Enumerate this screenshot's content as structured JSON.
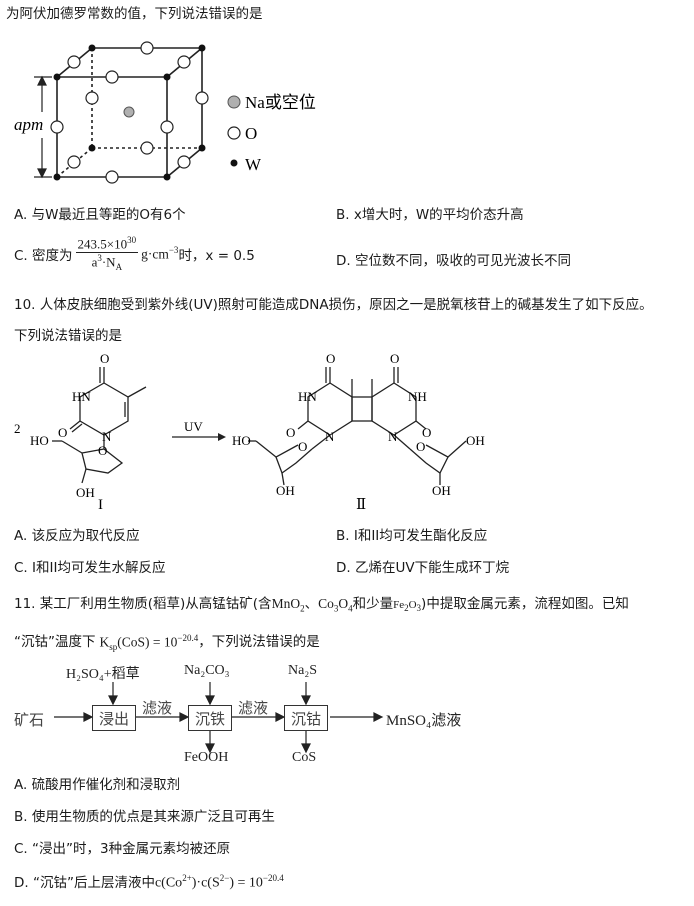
{
  "q9": {
    "intro": "为阿伏加德罗常数的值，下列说法错误的是",
    "lattice_label": "apm",
    "legend": [
      {
        "label": "Na或空位"
      },
      {
        "label": "O"
      },
      {
        "label": "W"
      }
    ],
    "options": {
      "A": "A. 与W最近且等距的O有6个",
      "B": "B. x增大时，W的平均价态升高",
      "C_prefix": "C. 密度为",
      "C_num": "243.5×10",
      "C_num_exp": "30",
      "C_den": "a",
      "C_den_exp": "3",
      "C_den_rest": "·N",
      "C_den_sub": "A",
      "C_unit": "g·cm",
      "C_unit_exp": "−3",
      "C_suffix": "时，x = 0.5",
      "D": "D. 空位数不同，吸收的可见光波长不同"
    }
  },
  "q10": {
    "stem_line1": "10. 人体皮肤细胞受到紫外线(UV)照射可能造成DNA损伤，原因之一是脱氧核苷上的碱基发生了如下反应。",
    "stem_line2": "下列说法错误的是",
    "coef": "2",
    "arrow_label": "UV",
    "label_I": "I",
    "label_II": "Ⅱ",
    "atoms": {
      "O": "O",
      "HN": "HN",
      "NH": "NH",
      "N": "N",
      "HO": "HO",
      "OH": "OH"
    },
    "options": {
      "A": "A. 该反应为取代反应",
      "B": "B. I和II均可发生酯化反应",
      "C": "C. I和II均可发生水解反应",
      "D": "D. 乙烯在UV下能生成环丁烷"
    }
  },
  "q11": {
    "stem_part1": "11. 某工厂利用生物质(稻草)从高锰钴矿(含",
    "stem_mno2": "MnO",
    "stem_mno2_sub": "2",
    "stem_sep1": "、",
    "stem_co3o4": "Co",
    "stem_co3o4_sub1": "3",
    "stem_co3o4_mid": "O",
    "stem_co3o4_sub2": "4",
    "stem_part2": "和少量",
    "stem_fe2o3": "Fe",
    "stem_fe2o3_sub1": "2",
    "stem_fe2o3_mid": "O",
    "stem_fe2o3_sub2": "3",
    "stem_part3": ")中提取金属元素，流程如图。已知",
    "ksp_prefix": "“沉钴”温度下",
    "ksp_K": "K",
    "ksp_sub": "sp",
    "ksp_mid": "(CoS) = 10",
    "ksp_exp": "−20.4",
    "ksp_suffix": "，下列说法错误的是",
    "flow": {
      "reagent1": "H₂SO₄+稻草",
      "reagent2": "Na₂CO₃",
      "reagent3": "Na₂S",
      "ore": "矿石",
      "step1": "浸出",
      "filtrate1": "滤液",
      "step2": "沉铁",
      "filtrate2": "滤液",
      "step3": "沉钴",
      "product_main": "MnSO₄滤液",
      "solid1": "FeOOH",
      "solid2": "CoS"
    },
    "options": {
      "A": "A. 硫酸用作催化剂和浸取剂",
      "B": "B. 使用生物质的优点是其来源广泛且可再生",
      "C": "C. “浸出”时，3种金属元素均被还原",
      "D_prefix": "D. “沉钴”后上层清液中",
      "D_c1": "c(Co",
      "D_c1_exp": "2+",
      "D_mid": ")·c(S",
      "D_c2_exp": "2−",
      "D_end": ") = 10",
      "D_exp": "−20.4"
    }
  },
  "colors": {
    "text": "#1a1a1a",
    "na_atom": "#b0b0b0",
    "line": "#222222"
  }
}
